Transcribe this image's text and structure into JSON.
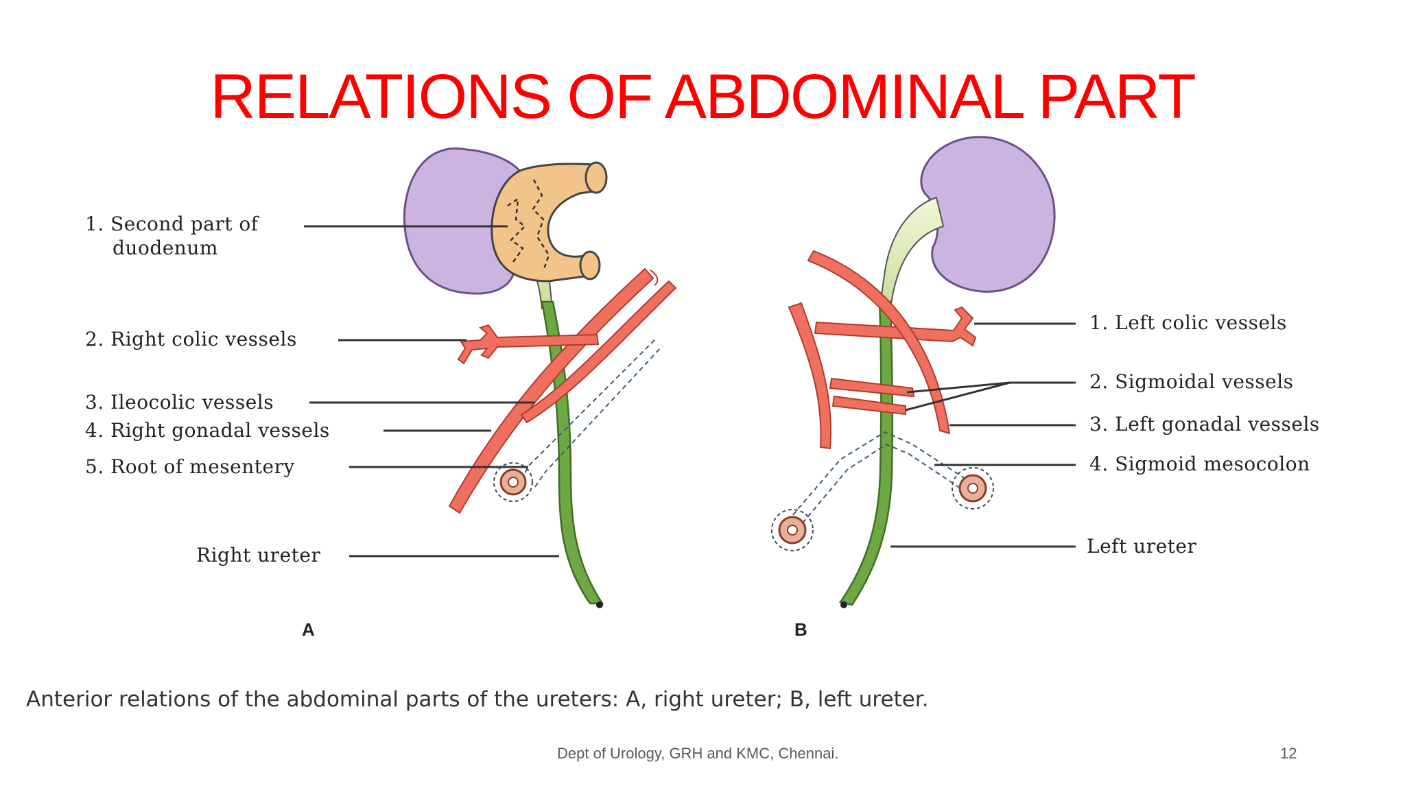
{
  "slide": {
    "title": "RELATIONS OF ABDOMINAL PART",
    "caption": "Anterior relations of the abdominal parts of the ureters: A, right ureter; B, left ureter.",
    "footer": "Dept of Urology, GRH and KMC, Chennai.",
    "page_number": "12"
  },
  "diagram": {
    "panel_a": {
      "letter": "A",
      "labels": {
        "duodenum_line1": "1. Second part of",
        "duodenum_line2": "duodenum",
        "right_colic": "2. Right colic vessels",
        "ileocolic": "3. Ileocolic vessels",
        "right_gonadal": "4. Right gonadal vessels",
        "root_mesentery": "5. Root of mesentery",
        "right_ureter": "Right ureter"
      }
    },
    "panel_b": {
      "letter": "B",
      "labels": {
        "left_colic": "1. Left colic vessels",
        "sigmoidal": "2. Sigmoidal vessels",
        "left_gonadal": "3. Left gonadal vessels",
        "sigmoid_mesocolon": "4. Sigmoid mesocolon",
        "left_ureter": "Left ureter"
      }
    }
  },
  "colors": {
    "title": "#ff0000",
    "kidney": "#cbb5e0",
    "duodenum": "#f3c48a",
    "vessel": "#f07060",
    "ureter": "#5f9e3a",
    "pelvis": "#e8efc4"
  }
}
